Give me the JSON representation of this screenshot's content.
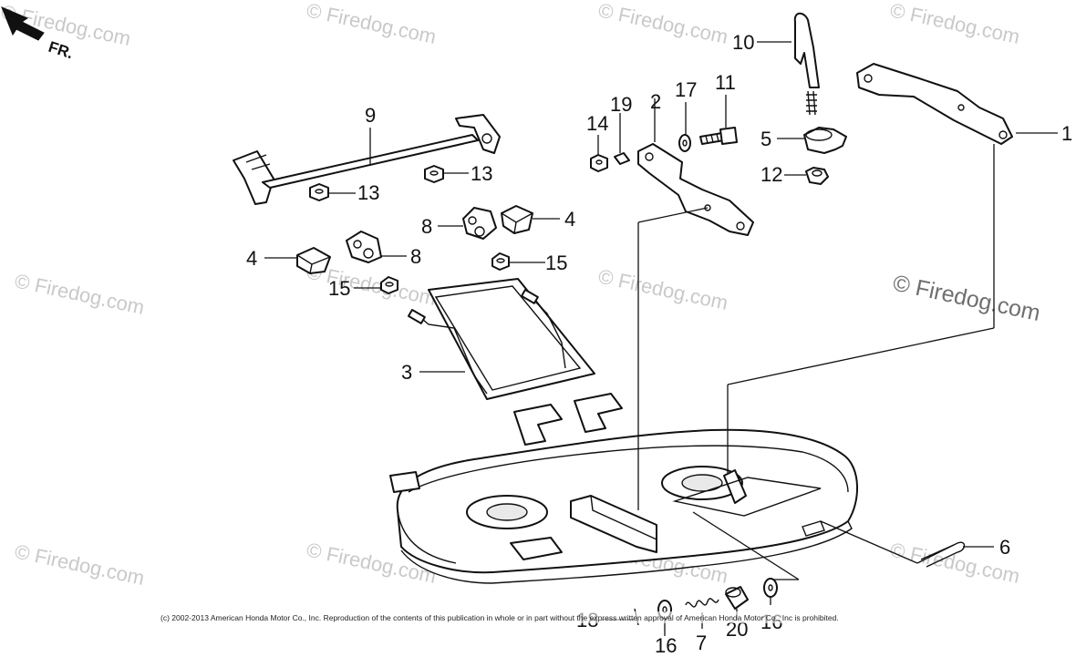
{
  "watermark": {
    "text": "© Firedog.com"
  },
  "orientation": {
    "label": "FR."
  },
  "callouts": {
    "c1": "1",
    "c2": "2",
    "c3": "3",
    "c4a": "4",
    "c4b": "4",
    "c5": "5",
    "c6": "6",
    "c7": "7",
    "c8a": "8",
    "c8b": "8",
    "c9": "9",
    "c10": "10",
    "c11": "11",
    "c12": "12",
    "c13a": "13",
    "c13b": "13",
    "c14": "14",
    "c15a": "15",
    "c15b": "15",
    "c16a": "16",
    "c16b": "16",
    "c17": "17",
    "c18": "18",
    "c19": "19",
    "c20": "20"
  },
  "copyright": "(c) 2002-2013 American Honda Motor Co., Inc. Reproduction of the contents of this publication in whole or in part without the express written approval of American Honda Motor Co., Inc is prohibited."
}
